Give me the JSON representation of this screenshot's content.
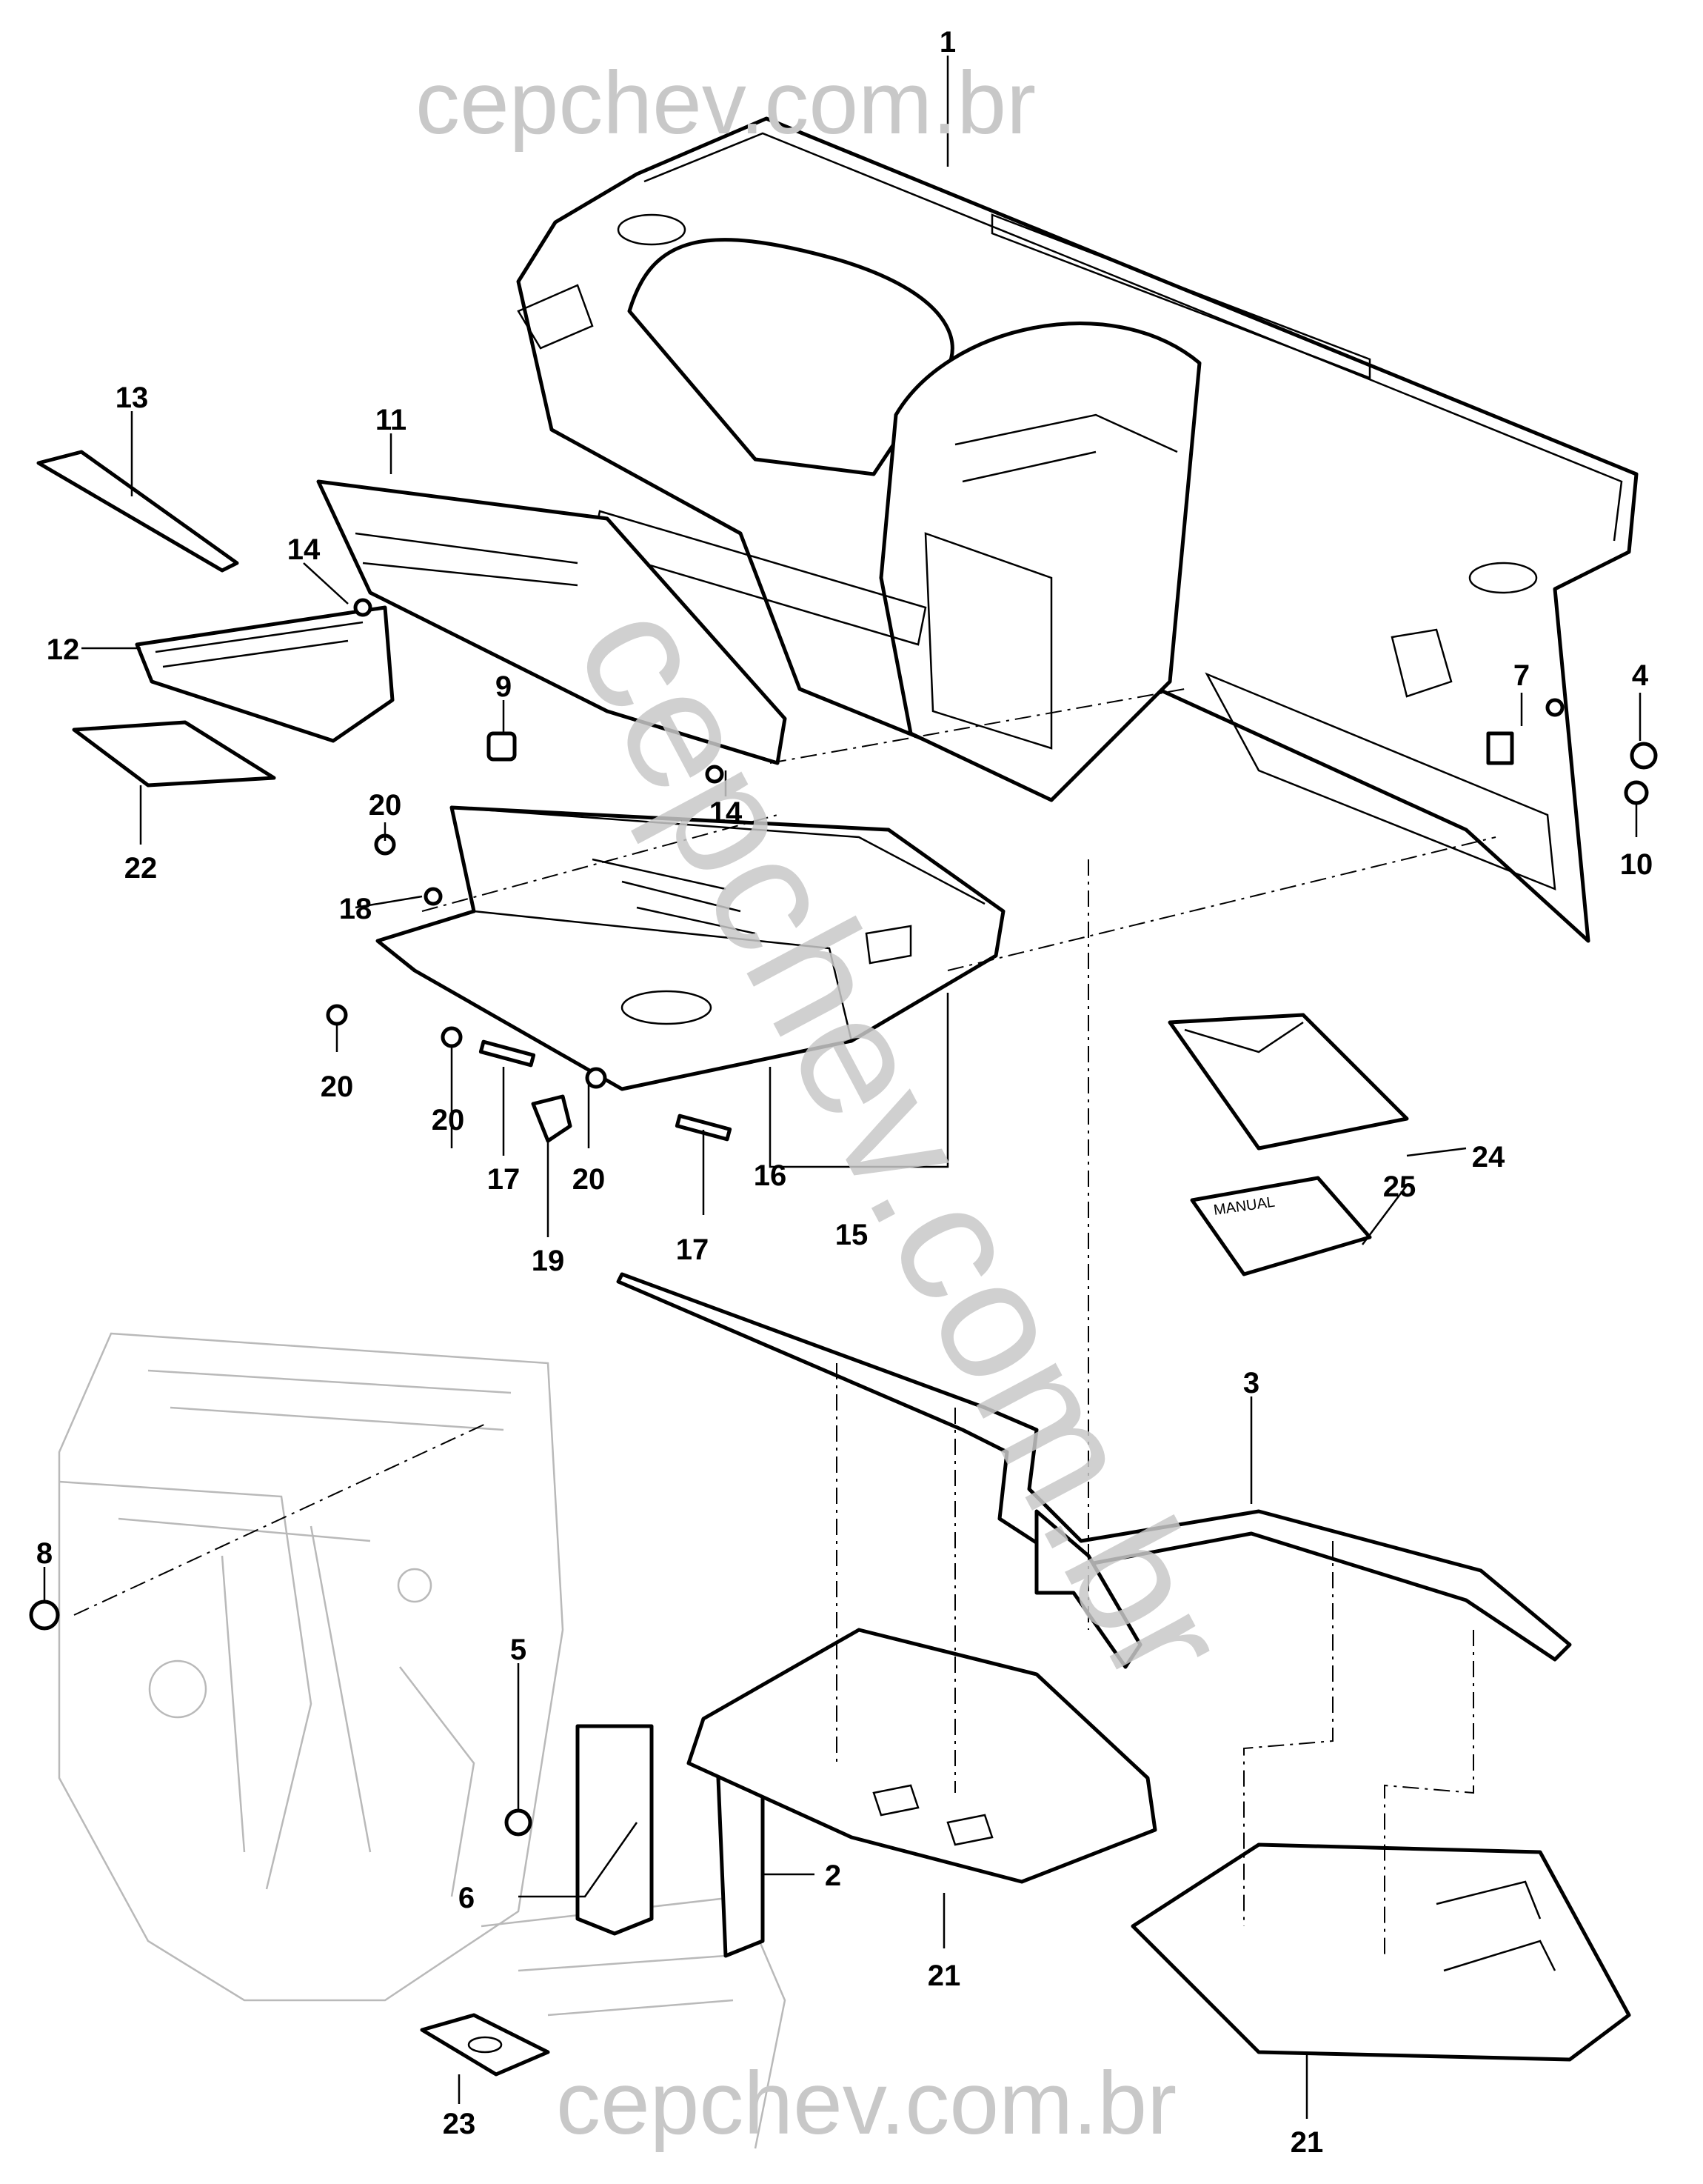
{
  "watermarks": {
    "top": "cepchev.com.br",
    "bottom": "cepchev.com.br",
    "diagonal": "cepchev.com.br"
  },
  "manual_label": "MANUAL",
  "callouts": {
    "c1": "1",
    "c2": "2",
    "c3": "3",
    "c4": "4",
    "c5": "5",
    "c6": "6",
    "c7": "7",
    "c8": "8",
    "c9": "9",
    "c10": "10",
    "c11": "11",
    "c12": "12",
    "c13": "13",
    "c14a": "14",
    "c14b": "14",
    "c15": "15",
    "c16": "16",
    "c17a": "17",
    "c17b": "17",
    "c18": "18",
    "c19": "19",
    "c20a": "20",
    "c20b": "20",
    "c20c": "20",
    "c20d": "20",
    "c21a": "21",
    "c21b": "21",
    "c22": "22",
    "c23": "23",
    "c24": "24",
    "c25": "25"
  }
}
